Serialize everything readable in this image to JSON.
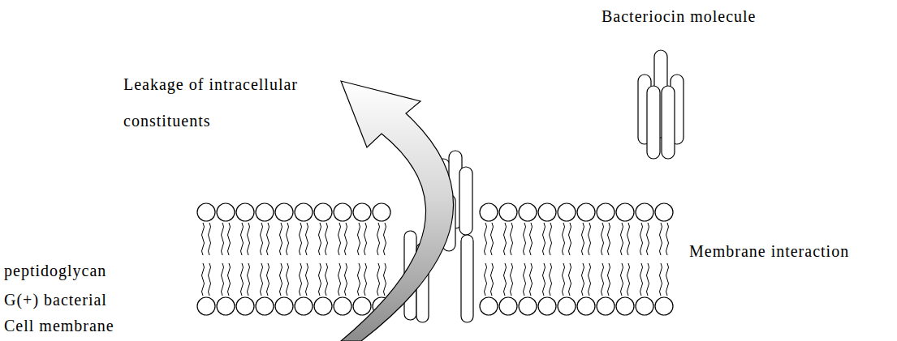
{
  "diagram": {
    "labels": [
      "Bacteriocin molecule",
      "Leakage of intracellular constituents",
      "peptidoglycan",
      "G(+) bacterial Cell membrane",
      "Membrane interaction"
    ]
  }
}
